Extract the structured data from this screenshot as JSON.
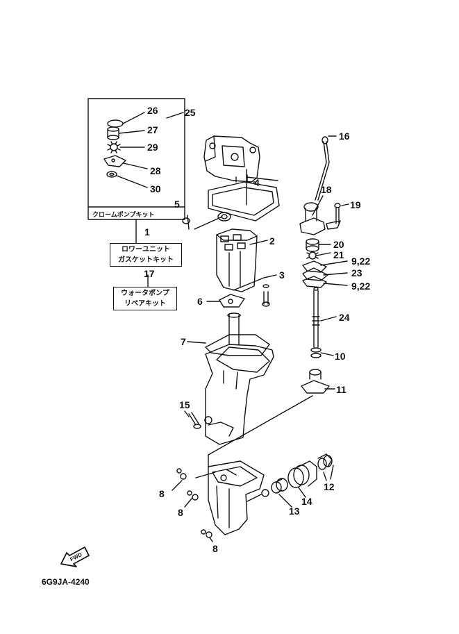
{
  "callouts": {
    "c1": "1",
    "c2": "2",
    "c3": "3",
    "c4": "4",
    "c5": "5",
    "c6": "6",
    "c7": "7",
    "c8a": "8",
    "c8b": "8",
    "c8c": "8",
    "c10": "10",
    "c11": "11",
    "c12": "12",
    "c13": "13",
    "c14": "14",
    "c15": "15",
    "c16": "16",
    "c17": "17",
    "c18": "18",
    "c19": "19",
    "c20": "20",
    "c21": "21",
    "c922a": "9,22",
    "c23": "23",
    "c922b": "9,22",
    "c24": "24",
    "c25": "25",
    "c26": "26",
    "c27": "27",
    "c28": "28",
    "c29": "29",
    "c30": "30"
  },
  "kits": {
    "chrome_pump_kit": "クロームポンプキット",
    "lower_unit_gasket_kit": [
      "ロワーユニット",
      "ガスケットキット"
    ],
    "water_pump_repair_kit": [
      "ウォータポンプ",
      "リペアキット"
    ]
  },
  "fwd_label": "FWD",
  "diagram_code": "6G9JA-4240"
}
